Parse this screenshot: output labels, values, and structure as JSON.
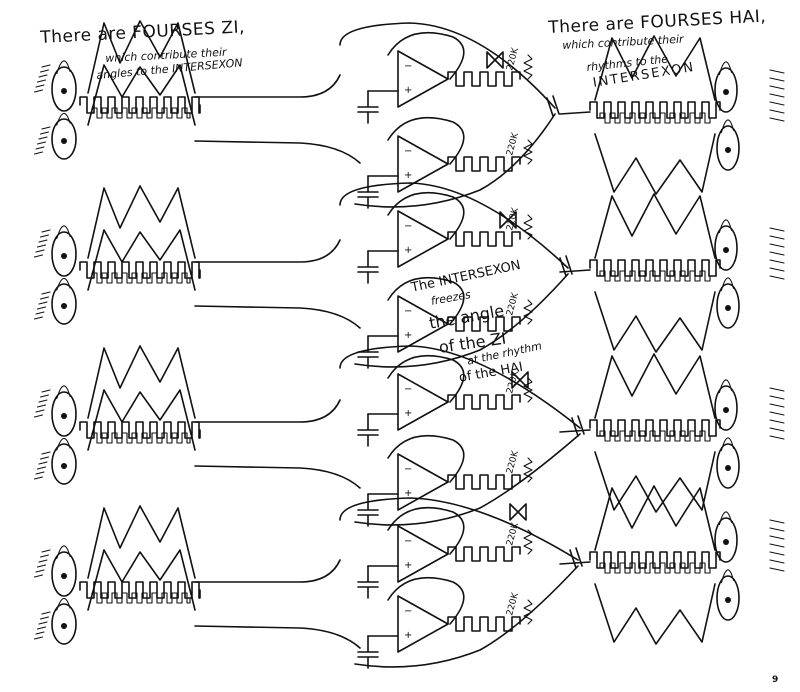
{
  "notes": {
    "top_left_line1": "There are FOURSES ZI,",
    "top_left_line2": "which contribute their",
    "top_left_line3": "angles to the INTERSEXON",
    "top_right_line1": "There are FOURSES HAI,",
    "top_right_line2": "which contribute their",
    "top_right_line3": "rhythms to the",
    "top_right_line4": "INTERSEXON",
    "center_line1": "The INTERSEXON",
    "center_line2": "freezes",
    "center_line3": "the angle",
    "center_line4": "of the ZI",
    "center_line5": "at the rhythm",
    "center_line6": "of the HAI"
  },
  "resistor_label": "220K",
  "opamp_minus": "−",
  "opamp_plus": "+",
  "signature_mark": "9",
  "ink_color": "#111111",
  "paper_color": "#ffffff"
}
